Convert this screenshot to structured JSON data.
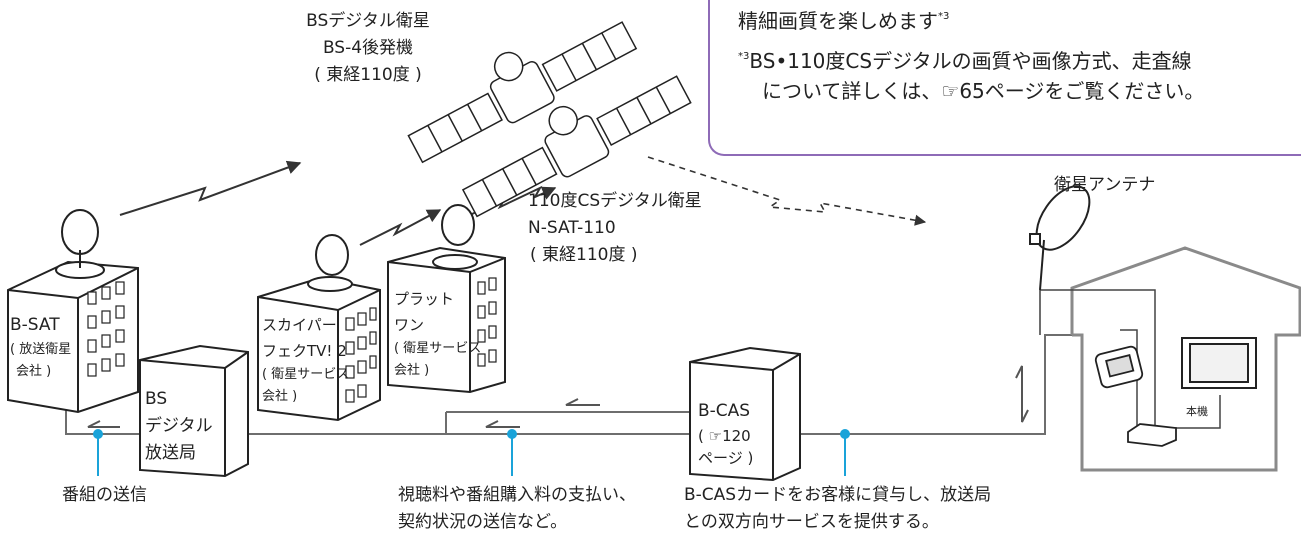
{
  "satellites": {
    "bs": {
      "line1": "BSデジタル衛星",
      "line2": "BS-4後発機",
      "line3": "( 東経110度 )"
    },
    "cs": {
      "line1": "110度CSデジタル衛星",
      "line2": "N-SAT-110",
      "line3": "( 東経110度 )"
    }
  },
  "note": {
    "headline": "精細画質を楽しめます",
    "headline_sup": "*3",
    "footnote_mark": "*3",
    "footnote_line1": "BS•110度CSデジタルの画質や画像方式、走査線",
    "footnote_line2": "について詳しくは、☞65ページをご覧ください。"
  },
  "buildings": {
    "bsat": {
      "name": "B-SAT",
      "sub1": "( 放送衛星",
      "sub2": "会社 )"
    },
    "bs_station": {
      "line1": "BS",
      "line2": "デジタル",
      "line3": "放送局"
    },
    "skyperfect": {
      "line1": "スカイパー",
      "line2": "フェクTV! 2",
      "sub1": "( 衛星サービス",
      "sub2": "会社 )"
    },
    "plat": {
      "line1": "プラット",
      "line2": "ワン",
      "sub1": "( 衛星サービス",
      "sub2": "会社 )"
    },
    "bcas": {
      "name": "B-CAS",
      "ref1": "( ☞120",
      "ref2": "ページ )"
    }
  },
  "home": {
    "antenna_label": "衛星アンテナ",
    "tv_label": "本機"
  },
  "captions": {
    "c1": "番組の送信",
    "c2_line1": "視聴料や番組購入料の支払い、",
    "c2_line2": "契約状況の送信など。",
    "c3_line1": "B-CASカードをお客様に貸与し、放送局",
    "c3_line2": "との双方向サービスを提供する。"
  },
  "colors": {
    "accent_purple": "#7d5aa6",
    "pointer_blue": "#1aa3d9",
    "line_gray": "#6e6e6e"
  }
}
